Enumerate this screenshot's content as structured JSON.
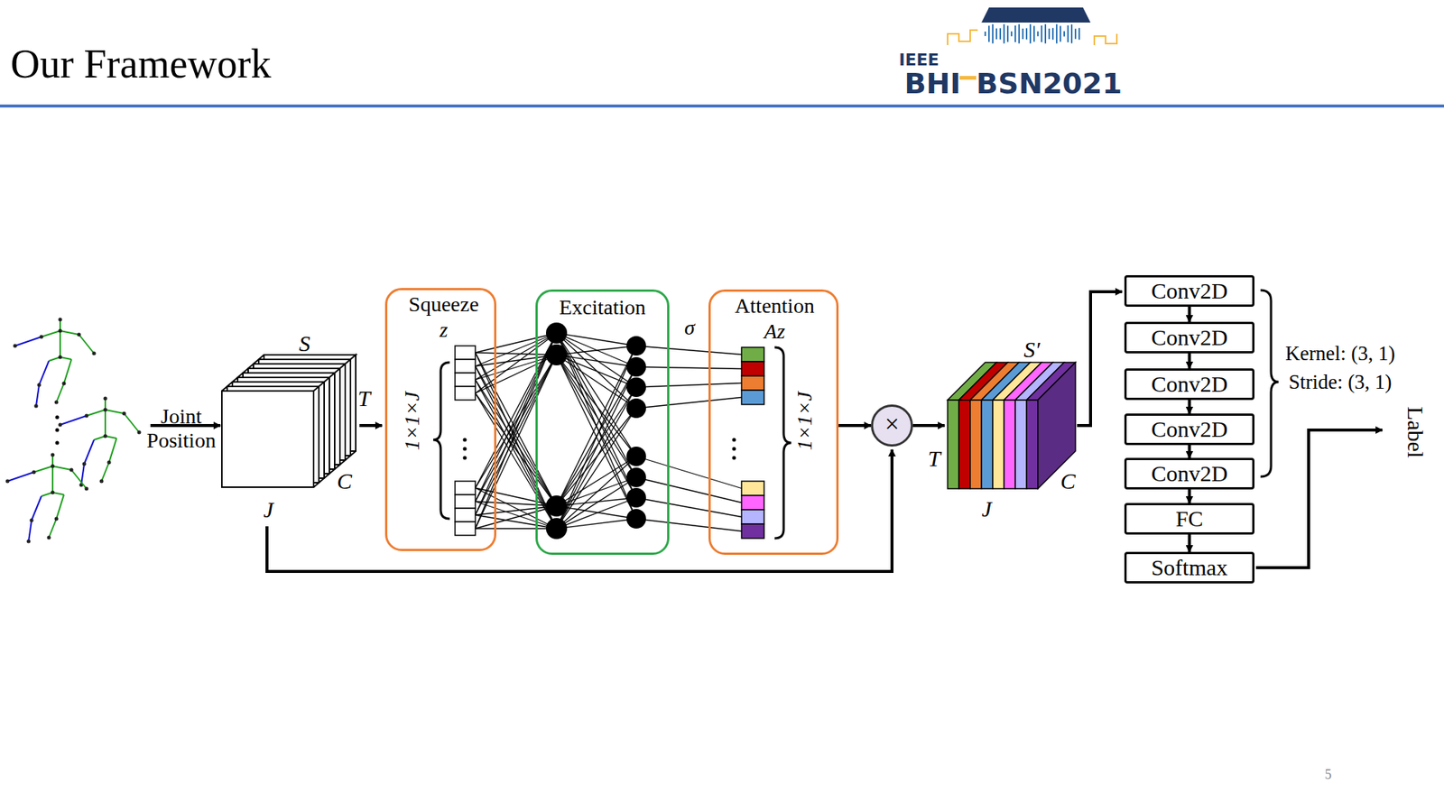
{
  "diagram": {
    "title": "Our Framework",
    "nodes": [
      {
        "text": [
          "Squeeze",
          "z",
          "1×1×J"
        ]
      },
      {
        "text": [
          "Excitation"
        ]
      },
      {
        "text": [
          "Attention",
          "Az",
          "1×1×J"
        ]
      },
      {
        "text": [
          "×"
        ]
      },
      {
        "text": [
          "Conv2D"
        ]
      },
      {
        "text": [
          "Conv2D"
        ]
      },
      {
        "text": [
          "Conv2D"
        ]
      },
      {
        "text": [
          "Conv2D"
        ]
      },
      {
        "text": [
          "Conv2D"
        ]
      },
      {
        "text": [
          "FC"
        ]
      },
      {
        "text": [
          "Softmax"
        ]
      }
    ],
    "edges": [
      {
        "from": 2,
        "to": 3,
        "arrow": "to"
      },
      {
        "from": 4,
        "to": 5,
        "arrow": "to"
      },
      {
        "from": 5,
        "to": 6,
        "arrow": "to"
      },
      {
        "from": 6,
        "to": 7,
        "arrow": "to"
      },
      {
        "from": 7,
        "to": 8,
        "arrow": "to"
      },
      {
        "from": 8,
        "to": 9,
        "arrow": "to"
      },
      {
        "from": 9,
        "to": 10,
        "arrow": "to"
      }
    ],
    "labels": [
      "Joint Position",
      "S",
      "T",
      "C",
      "J",
      "σ",
      "S′",
      "T",
      "C",
      "J",
      "Kernel: (3, 1)",
      "Stride: (3, 1)",
      "Label",
      "IEEE",
      "BHI",
      "BSN2021",
      "5"
    ]
  }
}
